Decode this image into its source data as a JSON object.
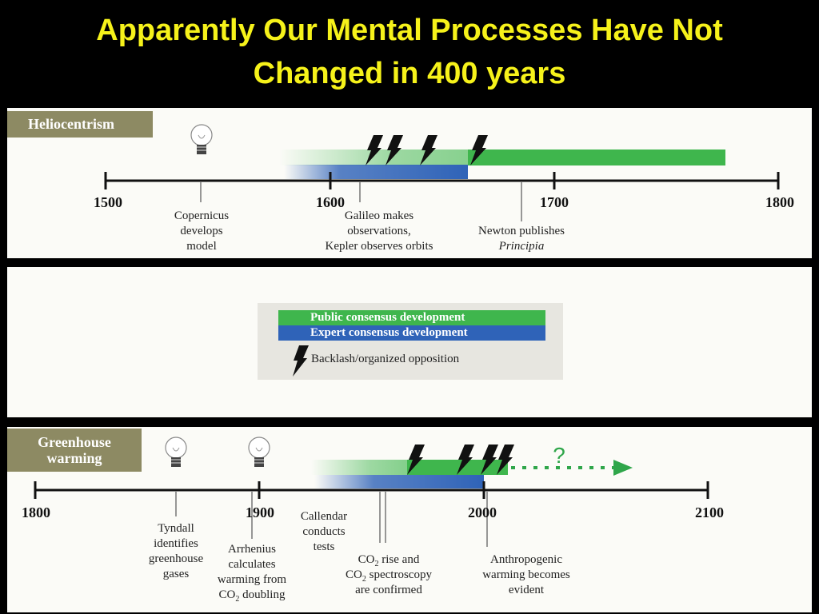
{
  "title": {
    "line1": "Apparently Our Mental Processes Have Not",
    "line2": "Changed in 400 years"
  },
  "colors": {
    "title": "#f6f21a",
    "public_consensus": "#3fb64d",
    "expert_consensus": "#2f63b8",
    "header": "#8d8a63"
  },
  "heliocentrism": {
    "header": "Heliocentrism",
    "axis_ticks": [
      "1500",
      "1600",
      "1700",
      "1800"
    ],
    "icons": [
      "lightbulb-icon",
      "lightning-bolt-icon"
    ],
    "events": {
      "copernicus": [
        "Copernicus",
        "develops",
        "model"
      ],
      "galileo": [
        "Galileo makes",
        "observations,",
        "Kepler observes orbits"
      ],
      "newton": [
        "Newton publishes"
      ],
      "newton_italic": "Principia"
    }
  },
  "legend": {
    "public": "Public consensus development",
    "expert": "Expert consensus development",
    "backlash": "Backlash/organized opposition"
  },
  "greenhouse": {
    "header_line1": "Greenhouse",
    "header_line2": "warming",
    "axis_ticks": [
      "1800",
      "1900",
      "2000",
      "2100"
    ],
    "question": "?",
    "events": {
      "tyndall": [
        "Tyndall",
        "identifies",
        "greenhouse",
        "gases"
      ],
      "arrhenius_lines": [
        "Arrhenius",
        "calculates",
        "warming from"
      ],
      "arrhenius_co2": "CO",
      "arrhenius_sub": "2",
      "arrhenius_end": " doubling",
      "callendar": [
        "Callendar",
        "conducts",
        "tests"
      ],
      "co2_a": "CO",
      "co2_a_sub": "2",
      "co2_a_end": " rise and",
      "co2_b": "CO",
      "co2_b_sub": "2",
      "co2_b_end": " spectroscopy",
      "co2_c": "are confirmed",
      "anthro": [
        "Anthropogenic",
        "warming becomes",
        "evident"
      ]
    }
  }
}
